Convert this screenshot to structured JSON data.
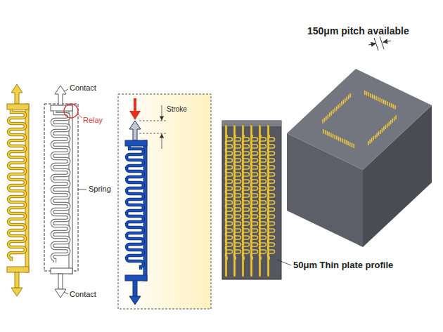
{
  "diagram": {
    "labels": [
      "Contact",
      "Relay",
      "Spring",
      "Contact",
      "Stroke",
      "150μm pitch available",
      "50μm Thin plate profile"
    ]
  }
}
